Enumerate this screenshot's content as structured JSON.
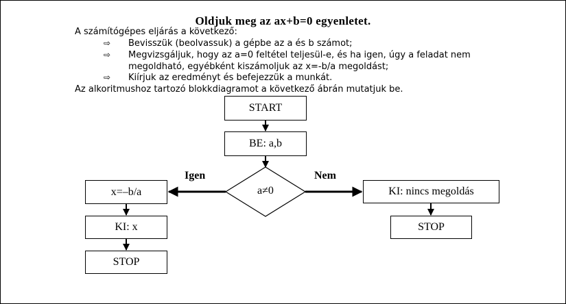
{
  "title": "Oldjuk meg az ax+b=0 egyenletet.",
  "intro": "A számítógépes eljárás a következő:",
  "bullet_symbol": "⇨",
  "bullets": [
    "Bevisszük (beolvassuk) a gépbe az a és b számot;",
    "Megvizsgáljuk, hogy az a=0 feltétel teljesül-e, és ha igen, úgy a feladat nem",
    "megoldható, egyébként kiszámoljuk az x=-b/a megoldást;",
    "Kiírjuk az eredményt és befejezzük a munkát."
  ],
  "outro": "Az alkoritmushoz tartozó blokkdiagramot a következő ábrán mutatjuk be.",
  "flowchart": {
    "start": "START",
    "input": "BE: a,b",
    "decision": "a≠0",
    "yes_label": "Igen",
    "no_label": "Nem",
    "compute": "x=–b/a",
    "output_x": "KI: x",
    "stop_left": "STOP",
    "no_solution": "KI: nincs megoldás",
    "stop_right": "STOP"
  }
}
